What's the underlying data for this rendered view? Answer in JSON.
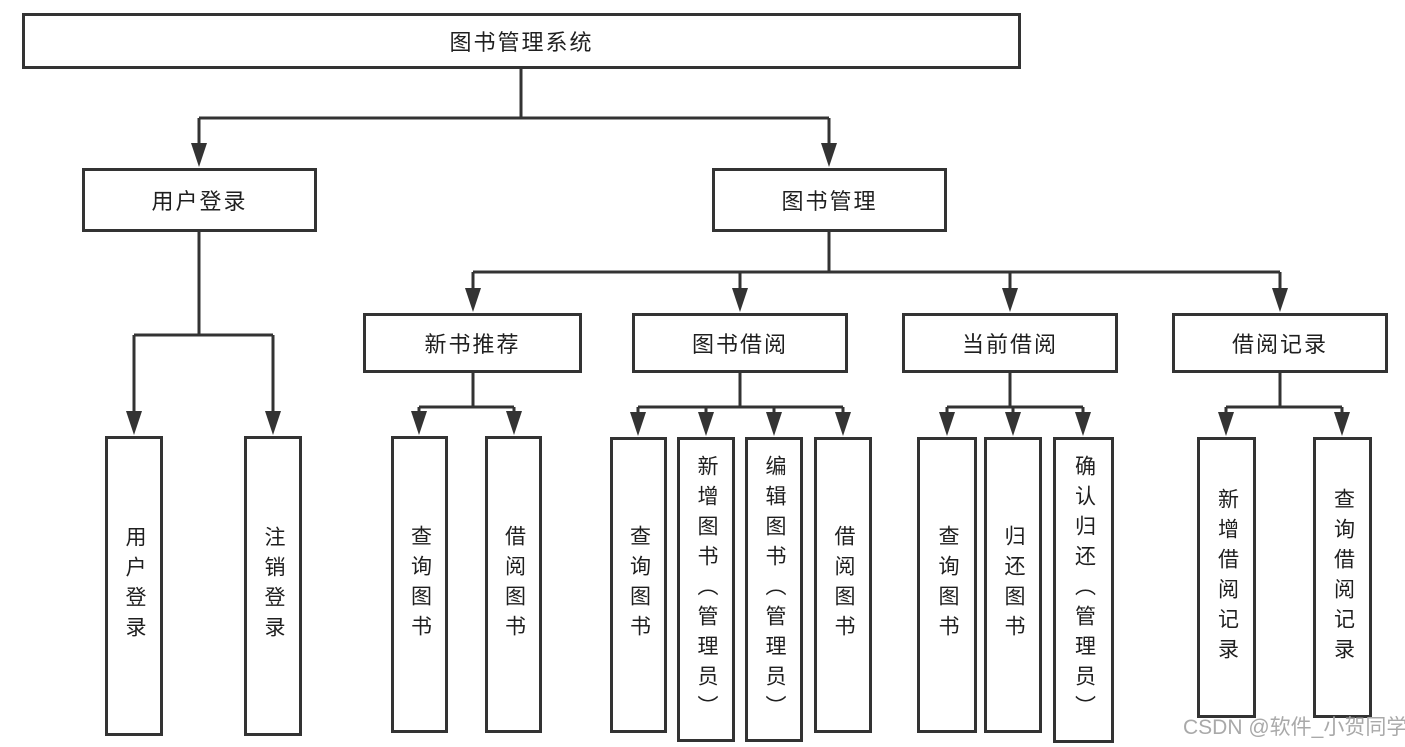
{
  "tree": {
    "label": "图书管理系统",
    "children": [
      {
        "label": "用户登录",
        "children": [
          {
            "label": "用户登录"
          },
          {
            "label": "注销登录"
          }
        ]
      },
      {
        "label": "图书管理",
        "children": [
          {
            "label": "新书推荐",
            "children": [
              {
                "label": "查询图书"
              },
              {
                "label": "借阅图书"
              }
            ]
          },
          {
            "label": "图书借阅",
            "children": [
              {
                "label": "查询图书"
              },
              {
                "label": "新增图书（管理员）"
              },
              {
                "label": "编辑图书（管理员）"
              },
              {
                "label": "借阅图书"
              }
            ]
          },
          {
            "label": "当前借阅",
            "children": [
              {
                "label": "查询图书"
              },
              {
                "label": "归还图书"
              },
              {
                "label": "确认归还（管理员）"
              }
            ]
          },
          {
            "label": "借阅记录",
            "children": [
              {
                "label": "新增借阅记录"
              },
              {
                "label": "查询借阅记录"
              }
            ]
          }
        ]
      }
    ]
  },
  "watermark": {
    "text": "CSDN @软件_小贺同学"
  },
  "colors": {
    "line": "#333333",
    "box_fill": "#ffffff",
    "text": "#1f1f1f",
    "watermark": "#a9a9a9",
    "background": "#ffffff"
  }
}
